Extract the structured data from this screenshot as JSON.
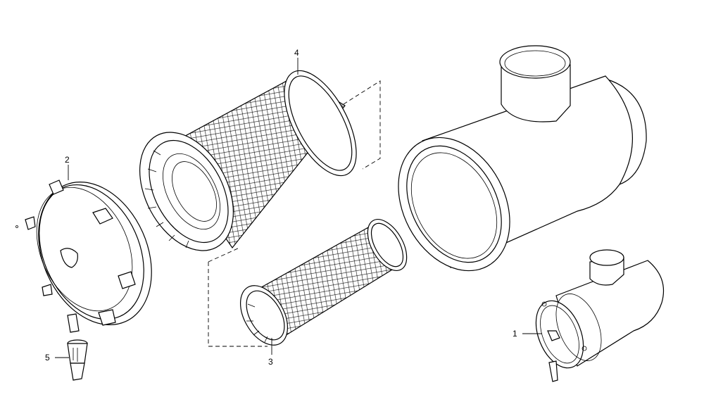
{
  "callouts": {
    "p1": "1",
    "p2": "2",
    "p3": "3",
    "p4": "4",
    "p5": "5"
  }
}
